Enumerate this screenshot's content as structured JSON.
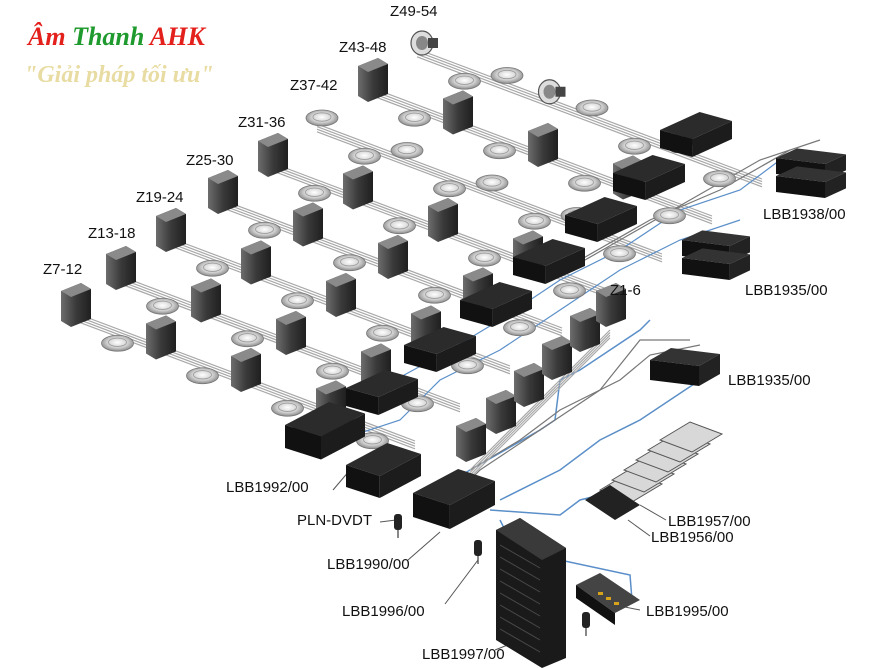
{
  "brand": {
    "part1": "Âm",
    "part2": "Thanh",
    "part3": "AHK",
    "slogan": "\"Giải pháp tối ưu\""
  },
  "zones": [
    "Z7-12",
    "Z13-18",
    "Z19-24",
    "Z25-30",
    "Z31-36",
    "Z37-42",
    "Z43-48",
    "Z49-54",
    "Z1-6"
  ],
  "devices": {
    "lbb1938": "LBB1938/00",
    "lbb1935_a": "LBB1935/00",
    "lbb1935_b": "LBB1935/00",
    "lbb1992": "LBB1992/00",
    "pln_dvdt": "PLN-DVDT",
    "lbb1990": "LBB1990/00",
    "lbb1996": "LBB1996/00",
    "lbb1997": "LBB1997/00",
    "lbb1995": "LBB1995/00",
    "lbb1957": "LBB1957/00",
    "lbb1956": "LBB1956/00"
  }
}
